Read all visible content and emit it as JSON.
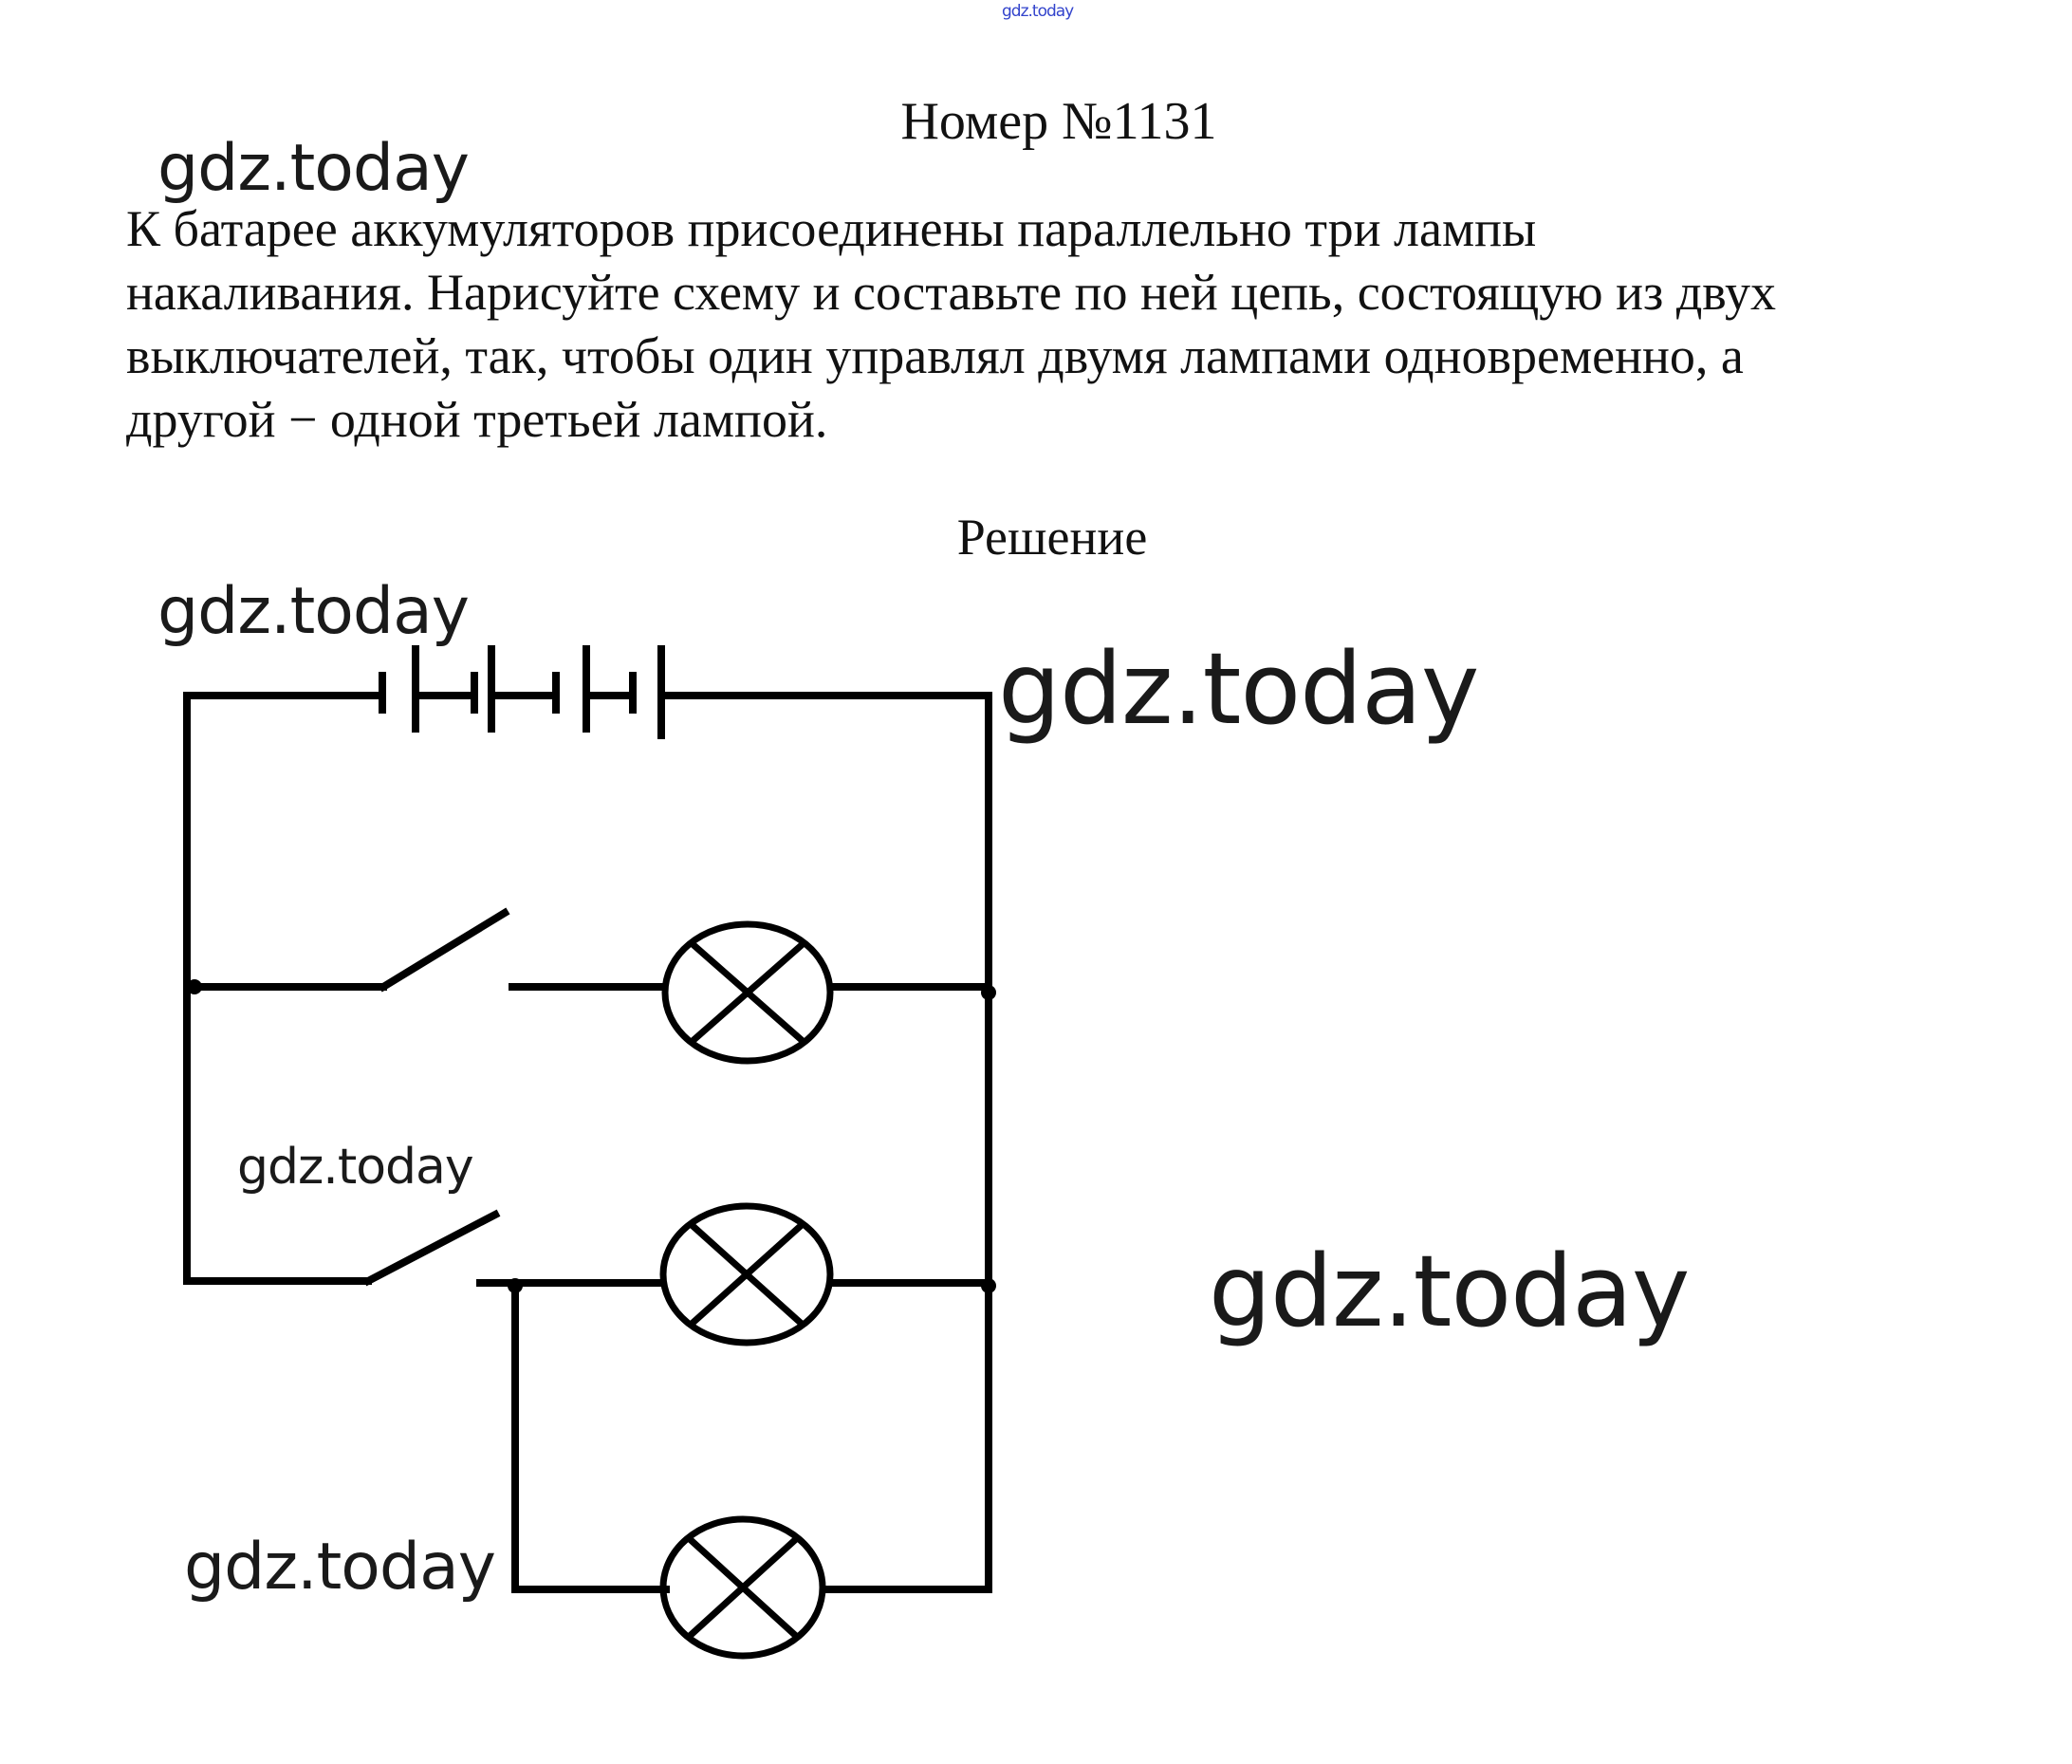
{
  "header_watermark": "gdz.today",
  "title": "Номер №1131",
  "problem_lines": [
    "К батарее аккумуляторов присоединены параллельно три лампы",
    "накаливания. Нарисуйте схему и составьте по ней цепь, состоящую из двух",
    "выключателей, так, чтобы один управлял двумя лампами одновременно, а",
    "другой − одной третьей лампой."
  ],
  "solution_heading": "Решение",
  "watermarks": [
    "gdz.today",
    "gdz.today",
    "gdz.today",
    "gdz.today",
    "gdz.today",
    "gdz.today"
  ],
  "diagram": {
    "battery_cells": 4,
    "lamps": 3,
    "switches": 2
  }
}
